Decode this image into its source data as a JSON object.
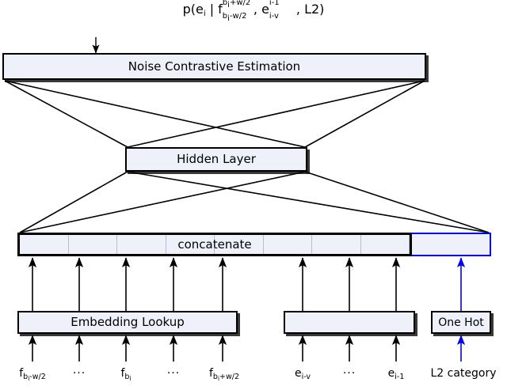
{
  "diagram": {
    "title_formula": {
      "prefix": "p(e",
      "prefix_sub": "i",
      "bar": " | f",
      "f_sup": "b",
      "f_sup_sub": "i",
      "f_sup_rest": "+w/2",
      "f_sub": "b",
      "f_sub_sub": "i",
      "f_sub_rest": "-w/2",
      "comma": " , e",
      "e_sup": "i-1",
      "e_sub": "i-v",
      "suffix": ", L2)"
    },
    "nodes": {
      "nce": "Noise Contrastive Estimation",
      "hidden": "Hidden Layer",
      "concatenate": "concatenate",
      "embedding_lookup": "Embedding Lookup",
      "previous_words": "",
      "one_hot": "One Hot"
    },
    "leaf_labels": [
      {
        "base": "f",
        "sub": "b",
        "subsub": "i",
        "subrest": "-w/2",
        "kind": "token"
      },
      {
        "base": "···",
        "kind": "ellipsis"
      },
      {
        "base": "f",
        "sub": "b",
        "subsub": "i",
        "subrest": "",
        "kind": "token"
      },
      {
        "base": "···",
        "kind": "ellipsis"
      },
      {
        "base": "f",
        "sub": "b",
        "subsub": "i",
        "subrest": "+w/2",
        "kind": "token"
      },
      {
        "base": "e",
        "sub": "i-v",
        "subsub": "",
        "subrest": "",
        "kind": "token"
      },
      {
        "base": "···",
        "kind": "ellipsis"
      },
      {
        "base": "e",
        "sub": "i-1",
        "subsub": "",
        "subrest": "",
        "kind": "token"
      },
      {
        "base": "L2 category",
        "kind": "plain"
      }
    ],
    "colors": {
      "box_fill": "#eef0fa",
      "box_stroke": "#000000",
      "highlight_stroke": "#0000ee",
      "background": "#ffffff"
    },
    "concat_cells": 8,
    "concat_highlight_cells": 1
  }
}
